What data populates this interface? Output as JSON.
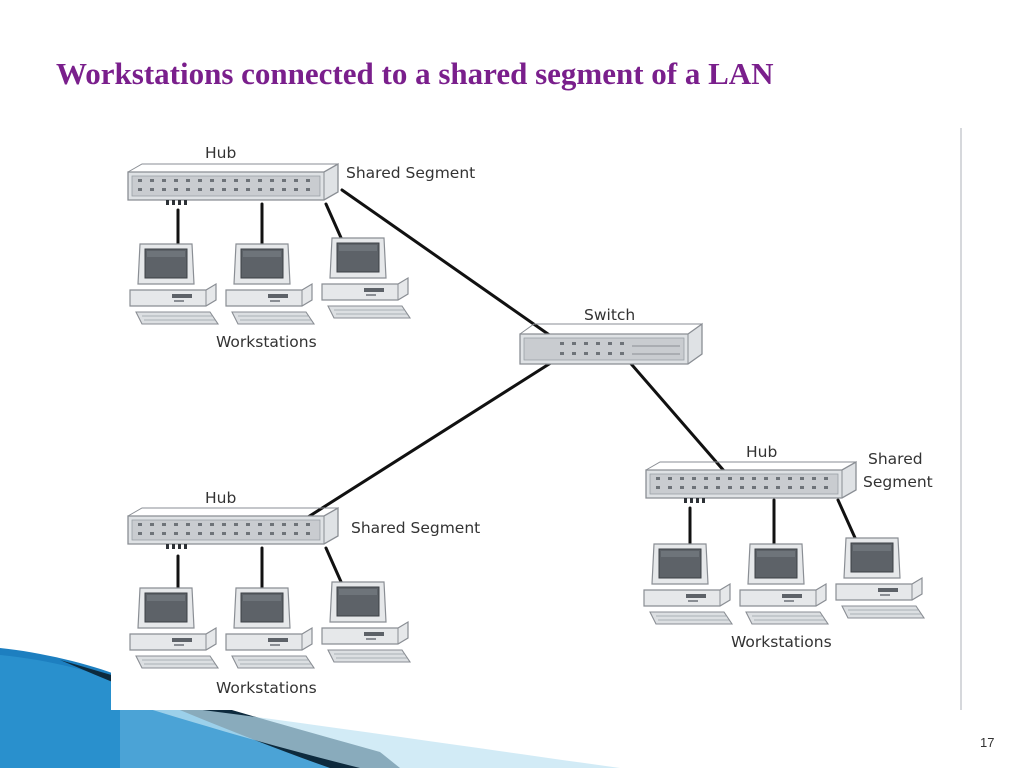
{
  "slide": {
    "title": "Workstations connected to a shared segment of a LAN",
    "page_number": "17"
  },
  "diagram": {
    "switch_label": "Switch",
    "groups": [
      {
        "id": "top-left",
        "hub_label": "Hub",
        "segment_label": "Shared Segment",
        "workstations_label": "Workstations",
        "workstation_count": 3
      },
      {
        "id": "bottom-left",
        "hub_label": "Hub",
        "segment_label": "Shared Segment",
        "workstations_label": "Workstations",
        "workstation_count": 3
      },
      {
        "id": "right",
        "hub_label": "Hub",
        "segment_label_lines": [
          "Shared",
          "Segment"
        ],
        "workstations_label": "Workstations",
        "workstation_count": 3
      }
    ]
  },
  "colors": {
    "title": "#7a1f8c",
    "cable": "#111111",
    "device_light": "#e6e8ea",
    "device_mid": "#c9ccd0",
    "device_dark": "#8a8e94",
    "screen": "#5d6268",
    "accent_blue": "#1d7fc0"
  }
}
